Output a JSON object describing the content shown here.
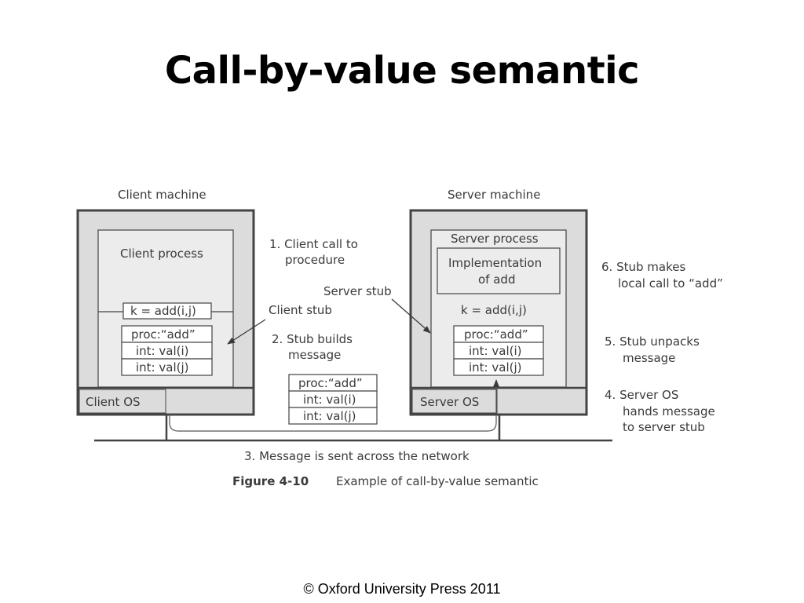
{
  "slide": {
    "title": "Call-by-value semantic",
    "footer": "© Oxford University Press 2011"
  },
  "client": {
    "machine_label": "Client machine",
    "process_label": "Client process",
    "call": "k = add(i,j)",
    "msg": [
      "proc:“add”",
      "int: val(i)",
      "int: val(j)"
    ],
    "os_label": "Client OS",
    "stub_label": "Client stub"
  },
  "server": {
    "machine_label": "Server machine",
    "process_label": "Server process",
    "impl_line1": "Implementation",
    "impl_line2": "of add",
    "call": "k = add(i,j)",
    "msg": [
      "proc:“add”",
      "int: val(i)",
      "int: val(j)"
    ],
    "os_label": "Server OS",
    "stub_label": "Server stub"
  },
  "network_msg": [
    "proc:“add”",
    "int: val(i)",
    "int: val(j)"
  ],
  "steps": {
    "s1_a": "1. Client call to",
    "s1_b": "procedure",
    "s2_a": "2. Stub builds",
    "s2_b": "message",
    "s3": "3. Message is sent across the network",
    "s4_a": "4. Server OS",
    "s4_b": "hands message",
    "s4_c": "to server stub",
    "s5_a": "5. Stub unpacks",
    "s5_b": "message",
    "s6_a": "6. Stub makes",
    "s6_b": "local call to “add”"
  },
  "caption": {
    "number": "Figure 4-10",
    "text": "Example of call-by-value semantic"
  }
}
